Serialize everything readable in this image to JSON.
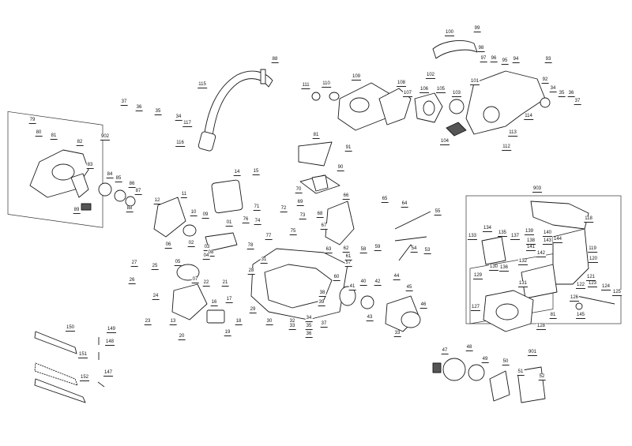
{
  "diagram": {
    "callouts": [
      {
        "id": "c100",
        "text": "100"
      },
      {
        "id": "c99",
        "text": "99"
      },
      {
        "id": "c88",
        "text": "88"
      },
      {
        "id": "c98",
        "text": "98"
      },
      {
        "id": "c97",
        "text": "97"
      },
      {
        "id": "c96",
        "text": "96"
      },
      {
        "id": "c95",
        "text": "95"
      },
      {
        "id": "c94",
        "text": "94"
      },
      {
        "id": "c93",
        "text": "93"
      },
      {
        "id": "c102",
        "text": "102"
      },
      {
        "id": "c101",
        "text": "101"
      },
      {
        "id": "c92",
        "text": "92"
      },
      {
        "id": "c34a",
        "text": "34"
      },
      {
        "id": "c35a",
        "text": "35"
      },
      {
        "id": "c36a",
        "text": "36"
      },
      {
        "id": "c37a",
        "text": "37"
      },
      {
        "id": "c111",
        "text": "111"
      },
      {
        "id": "c110",
        "text": "110"
      },
      {
        "id": "c109",
        "text": "109"
      },
      {
        "id": "c108",
        "text": "108"
      },
      {
        "id": "c107",
        "text": "107"
      },
      {
        "id": "c106",
        "text": "106"
      },
      {
        "id": "c105",
        "text": "105"
      },
      {
        "id": "c103",
        "text": "103"
      },
      {
        "id": "c104",
        "text": "104"
      },
      {
        "id": "c113",
        "text": "113"
      },
      {
        "id": "c112",
        "text": "112"
      },
      {
        "id": "c114",
        "text": "114"
      },
      {
        "id": "c115",
        "text": "115"
      },
      {
        "id": "c37b",
        "text": "37"
      },
      {
        "id": "c36b",
        "text": "36"
      },
      {
        "id": "c35b",
        "text": "35"
      },
      {
        "id": "c34b",
        "text": "34"
      },
      {
        "id": "c117",
        "text": "117"
      },
      {
        "id": "c116",
        "text": "116"
      },
      {
        "id": "c79",
        "text": "79"
      },
      {
        "id": "c80",
        "text": "80"
      },
      {
        "id": "c81a",
        "text": "81"
      },
      {
        "id": "c902",
        "text": "902"
      },
      {
        "id": "c82",
        "text": "82"
      },
      {
        "id": "c83",
        "text": "83"
      },
      {
        "id": "c84",
        "text": "84"
      },
      {
        "id": "c85",
        "text": "85"
      },
      {
        "id": "c86",
        "text": "86"
      },
      {
        "id": "c87",
        "text": "87"
      },
      {
        "id": "c88b",
        "text": "88"
      },
      {
        "id": "c89",
        "text": "89"
      },
      {
        "id": "c81b",
        "text": "81"
      },
      {
        "id": "c91",
        "text": "91"
      },
      {
        "id": "c90",
        "text": "90"
      },
      {
        "id": "c14",
        "text": "14"
      },
      {
        "id": "c15",
        "text": "15"
      },
      {
        "id": "c70",
        "text": "70"
      },
      {
        "id": "c69",
        "text": "69"
      },
      {
        "id": "c66",
        "text": "66"
      },
      {
        "id": "c65",
        "text": "65"
      },
      {
        "id": "c64",
        "text": "64"
      },
      {
        "id": "c55",
        "text": "55"
      },
      {
        "id": "c12",
        "text": "12"
      },
      {
        "id": "c11",
        "text": "11"
      },
      {
        "id": "c10",
        "text": "10"
      },
      {
        "id": "c09",
        "text": "09"
      },
      {
        "id": "c01",
        "text": "01"
      },
      {
        "id": "c02",
        "text": "02"
      },
      {
        "id": "c03",
        "text": "03"
      },
      {
        "id": "c08",
        "text": "08"
      },
      {
        "id": "c06",
        "text": "06"
      },
      {
        "id": "c05",
        "text": "05"
      },
      {
        "id": "c04",
        "text": "04"
      },
      {
        "id": "c07",
        "text": "07"
      },
      {
        "id": "c76",
        "text": "76"
      },
      {
        "id": "c71",
        "text": "71"
      },
      {
        "id": "c74",
        "text": "74"
      },
      {
        "id": "c72",
        "text": "72"
      },
      {
        "id": "c73",
        "text": "73"
      },
      {
        "id": "c68",
        "text": "68"
      },
      {
        "id": "c75",
        "text": "75"
      },
      {
        "id": "c67",
        "text": "67"
      },
      {
        "id": "c77",
        "text": "77"
      },
      {
        "id": "c78",
        "text": "78"
      },
      {
        "id": "c31",
        "text": "31"
      },
      {
        "id": "c28",
        "text": "28"
      },
      {
        "id": "c63",
        "text": "63"
      },
      {
        "id": "c62",
        "text": "62"
      },
      {
        "id": "c61",
        "text": "61"
      },
      {
        "id": "c57",
        "text": "57"
      },
      {
        "id": "c58",
        "text": "58"
      },
      {
        "id": "c60",
        "text": "60"
      },
      {
        "id": "c59",
        "text": "59"
      },
      {
        "id": "c54",
        "text": "54"
      },
      {
        "id": "c53",
        "text": "53"
      },
      {
        "id": "c27",
        "text": "27"
      },
      {
        "id": "c25",
        "text": "25"
      },
      {
        "id": "c26",
        "text": "26"
      },
      {
        "id": "c24",
        "text": "24"
      },
      {
        "id": "c22",
        "text": "22"
      },
      {
        "id": "c21",
        "text": "21"
      },
      {
        "id": "c16",
        "text": "16"
      },
      {
        "id": "c17",
        "text": "17"
      },
      {
        "id": "c23",
        "text": "23"
      },
      {
        "id": "c13",
        "text": "13"
      },
      {
        "id": "c20",
        "text": "20"
      },
      {
        "id": "c18",
        "text": "18"
      },
      {
        "id": "c19",
        "text": "19"
      },
      {
        "id": "c29",
        "text": "29"
      },
      {
        "id": "c30",
        "text": "30"
      },
      {
        "id": "c32",
        "text": "32"
      },
      {
        "id": "c33a",
        "text": "33"
      },
      {
        "id": "c34c",
        "text": "34"
      },
      {
        "id": "c35c",
        "text": "35"
      },
      {
        "id": "c36c",
        "text": "36"
      },
      {
        "id": "c37c",
        "text": "37"
      },
      {
        "id": "c38",
        "text": "38"
      },
      {
        "id": "c39",
        "text": "39"
      },
      {
        "id": "c40",
        "text": "40"
      },
      {
        "id": "c41",
        "text": "41"
      },
      {
        "id": "c42",
        "text": "42"
      },
      {
        "id": "c43",
        "text": "43"
      },
      {
        "id": "c44",
        "text": "44"
      },
      {
        "id": "c45",
        "text": "45"
      },
      {
        "id": "c46",
        "text": "46"
      },
      {
        "id": "c33b",
        "text": "33"
      },
      {
        "id": "c47",
        "text": "47"
      },
      {
        "id": "c48",
        "text": "48"
      },
      {
        "id": "c49",
        "text": "49"
      },
      {
        "id": "c901",
        "text": "901"
      },
      {
        "id": "c50",
        "text": "50"
      },
      {
        "id": "c51",
        "text": "51"
      },
      {
        "id": "c52",
        "text": "52"
      },
      {
        "id": "c150",
        "text": "150"
      },
      {
        "id": "c149",
        "text": "149"
      },
      {
        "id": "c148",
        "text": "148"
      },
      {
        "id": "c151",
        "text": "151"
      },
      {
        "id": "c147",
        "text": "147"
      },
      {
        "id": "c152",
        "text": "152"
      },
      {
        "id": "c903",
        "text": "903"
      },
      {
        "id": "c118",
        "text": "118"
      },
      {
        "id": "c134",
        "text": "134"
      },
      {
        "id": "c135",
        "text": "135"
      },
      {
        "id": "c133",
        "text": "133"
      },
      {
        "id": "c137",
        "text": "137"
      },
      {
        "id": "c139",
        "text": "139"
      },
      {
        "id": "c140",
        "text": "140"
      },
      {
        "id": "c144",
        "text": "144"
      },
      {
        "id": "c138",
        "text": "138"
      },
      {
        "id": "c141",
        "text": "141"
      },
      {
        "id": "c143",
        "text": "143"
      },
      {
        "id": "c136",
        "text": "136"
      },
      {
        "id": "c142",
        "text": "142"
      },
      {
        "id": "c119",
        "text": "119"
      },
      {
        "id": "c132",
        "text": "132"
      },
      {
        "id": "c120",
        "text": "120"
      },
      {
        "id": "c130",
        "text": "130"
      },
      {
        "id": "c129",
        "text": "129"
      },
      {
        "id": "c131",
        "text": "131"
      },
      {
        "id": "c121",
        "text": "121"
      },
      {
        "id": "c122",
        "text": "122"
      },
      {
        "id": "c123",
        "text": "123"
      },
      {
        "id": "c124",
        "text": "124"
      },
      {
        "id": "c125",
        "text": "125"
      },
      {
        "id": "c126",
        "text": "126"
      },
      {
        "id": "c127",
        "text": "127"
      },
      {
        "id": "c81c",
        "text": "81"
      },
      {
        "id": "c145",
        "text": "145"
      },
      {
        "id": "c128",
        "text": "128"
      }
    ]
  }
}
